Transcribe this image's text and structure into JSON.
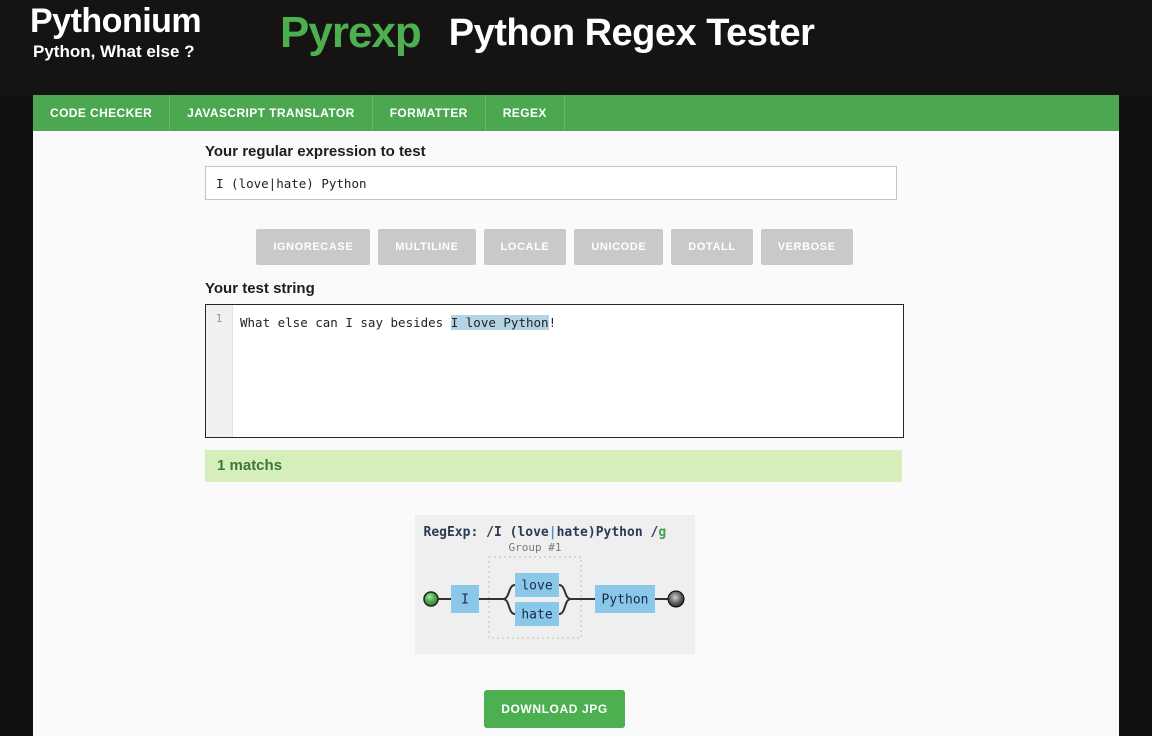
{
  "header": {
    "logo_title": "Pythonium",
    "logo_tagline": "Python, What else ?",
    "app_name": "Pyrexp",
    "page_title": "Python Regex Tester"
  },
  "nav": {
    "items": [
      {
        "label": "CODE CHECKER"
      },
      {
        "label": "JAVASCRIPT TRANSLATOR"
      },
      {
        "label": "FORMATTER"
      },
      {
        "label": "REGEX"
      }
    ]
  },
  "regex_section": {
    "label": "Your regular expression to test",
    "input_value": "I (love|hate) Python"
  },
  "flags": [
    "IGNORECASE",
    "MULTILINE",
    "LOCALE",
    "UNICODE",
    "DOTALL",
    "VERBOSE"
  ],
  "test_section": {
    "label": "Your test string",
    "line_number": "1",
    "text_before": "What else can I say besides ",
    "match_text": "I love Python",
    "text_after": "!"
  },
  "results": {
    "matches_text": "1 matchs"
  },
  "diagram": {
    "title_prefix": "RegExp: /I (love",
    "title_pipe": "|",
    "title_rest": "hate)Python /",
    "title_flag": "g",
    "group_label": "Group #1",
    "nodes": {
      "start_token": "I",
      "alt_top": "love",
      "alt_bottom": "hate",
      "end_token": "Python"
    }
  },
  "download": {
    "label": "DOWNLOAD JPG"
  },
  "colors": {
    "accent_green": "#4caf50",
    "nav_green": "#4ca850",
    "header_bg": "#161412",
    "flag_gray": "#c9c9c9",
    "match_highlight": "#b5d4e3",
    "result_bg": "#d6eeba",
    "result_text": "#3c763d",
    "node_blue": "#8ac7e9",
    "diagram_bg": "#efefef",
    "regexp_text": "#2b3a55"
  }
}
